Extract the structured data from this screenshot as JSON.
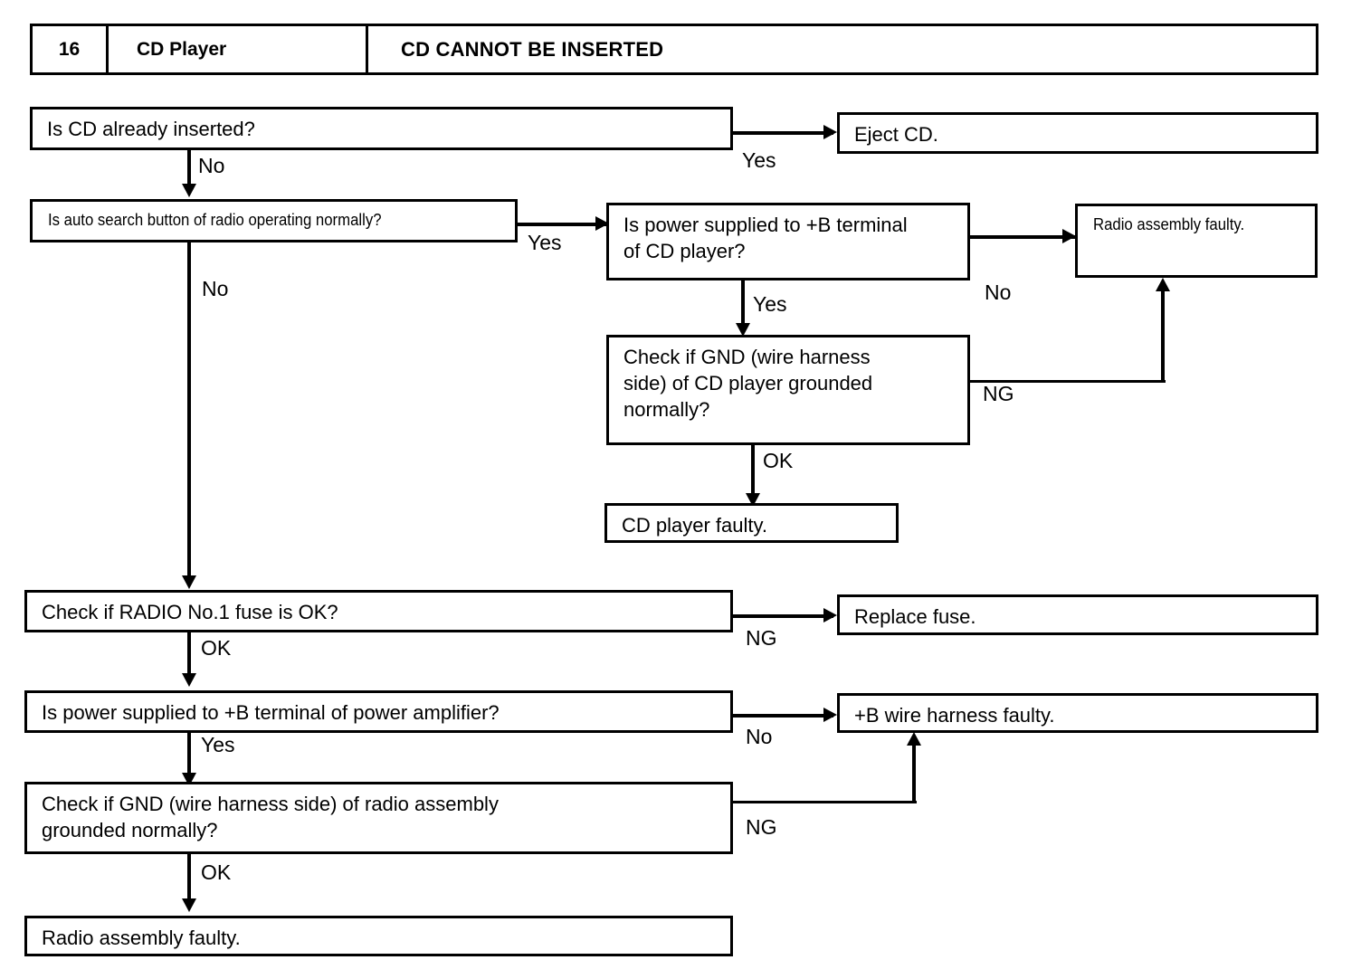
{
  "header": {
    "number": "16",
    "system": "CD Player",
    "symptom": "CD CANNOT BE INSERTED"
  },
  "flowchart": {
    "type": "troubleshooting-flowchart",
    "nodes": [
      {
        "id": "n1",
        "text": "Is CD already inserted?"
      },
      {
        "id": "n2",
        "text": "Eject CD."
      },
      {
        "id": "n3",
        "text": "Is auto search button of radio operating normally?"
      },
      {
        "id": "n4",
        "text": "Is power supplied to +B terminal\nof CD player?"
      },
      {
        "id": "n5",
        "text": "Radio assembly faulty."
      },
      {
        "id": "n6",
        "text": "Check if GND (wire harness\nside) of CD player grounded\nnormally?"
      },
      {
        "id": "n7",
        "text": "CD player faulty."
      },
      {
        "id": "n8",
        "text": "Check if RADIO No.1 fuse is OK?"
      },
      {
        "id": "n9",
        "text": "Replace fuse."
      },
      {
        "id": "n10",
        "text": "Is power supplied to +B terminal of power amplifier?"
      },
      {
        "id": "n11",
        "text": "+B wire harness faulty."
      },
      {
        "id": "n12",
        "text": "Check if GND (wire harness side) of radio assembly\ngrounded normally?"
      },
      {
        "id": "n13",
        "text": "Radio assembly faulty."
      }
    ],
    "edges": [
      {
        "from": "n1",
        "to": "n2",
        "label": "Yes"
      },
      {
        "from": "n1",
        "to": "n3",
        "label": "No"
      },
      {
        "from": "n3",
        "to": "n4",
        "label": "Yes"
      },
      {
        "from": "n3",
        "to": "n8",
        "label": "No"
      },
      {
        "from": "n4",
        "to": "n5",
        "label": "No"
      },
      {
        "from": "n4",
        "to": "n6",
        "label": "Yes"
      },
      {
        "from": "n6",
        "to": "n5",
        "label": "NG"
      },
      {
        "from": "n6",
        "to": "n7",
        "label": "OK"
      },
      {
        "from": "n8",
        "to": "n9",
        "label": "NG"
      },
      {
        "from": "n8",
        "to": "n10",
        "label": "OK"
      },
      {
        "from": "n10",
        "to": "n11",
        "label": "No"
      },
      {
        "from": "n10",
        "to": "n12",
        "label": "Yes"
      },
      {
        "from": "n12",
        "to": "n11",
        "label": "NG"
      },
      {
        "from": "n12",
        "to": "n13",
        "label": "OK"
      }
    ],
    "labels": {
      "yes1": "Yes",
      "no1": "No",
      "yes2": "Yes",
      "no2": "No",
      "no3": "No",
      "yes3": "Yes",
      "ng1": "NG",
      "ok1": "OK",
      "ng2": "NG",
      "ok2": "OK",
      "no4": "No",
      "yes4": "Yes",
      "ng3": "NG",
      "ok3": "OK"
    }
  },
  "colors": {
    "ink": "#000000",
    "paper": "#ffffff"
  }
}
